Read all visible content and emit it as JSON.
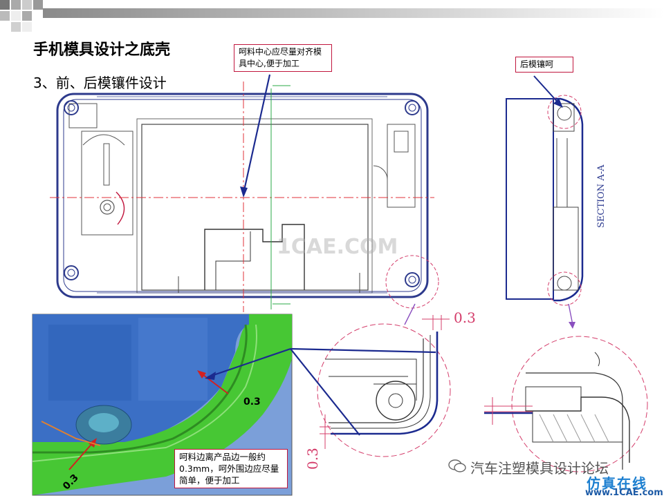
{
  "slide": {
    "title": "手机模具设计之底壳",
    "subtitle": "3、前、后模镶件设计"
  },
  "callouts": {
    "center": "呵料中心应尽量对齐模具中心,便于加工",
    "rear_core": "后模镶呵",
    "edge": "呵料边离产品边一般约0.3mm，呵外围边应尽量简单，便于加工"
  },
  "dimensions": {
    "top_dim": "0.3",
    "left_dim": "0.3",
    "render_dim_1": "0.3",
    "render_dim_2": "0.3"
  },
  "section_label": "SECTION A-A",
  "drawing_watermark": "1CAE.COM",
  "watermark": {
    "account": "汽车注塑模具设计论坛",
    "brand": "仿真在线",
    "site": "www.1CAE.com"
  },
  "colors": {
    "title_bar_gradient": [
      "#8a8a8a",
      "#ffffff"
    ],
    "callout_border": "#c0143c",
    "drawing_line": "#2d3a8c",
    "centerline": "#e0303a",
    "render_green": "#47c734",
    "render_blue": "#2f63b8"
  }
}
